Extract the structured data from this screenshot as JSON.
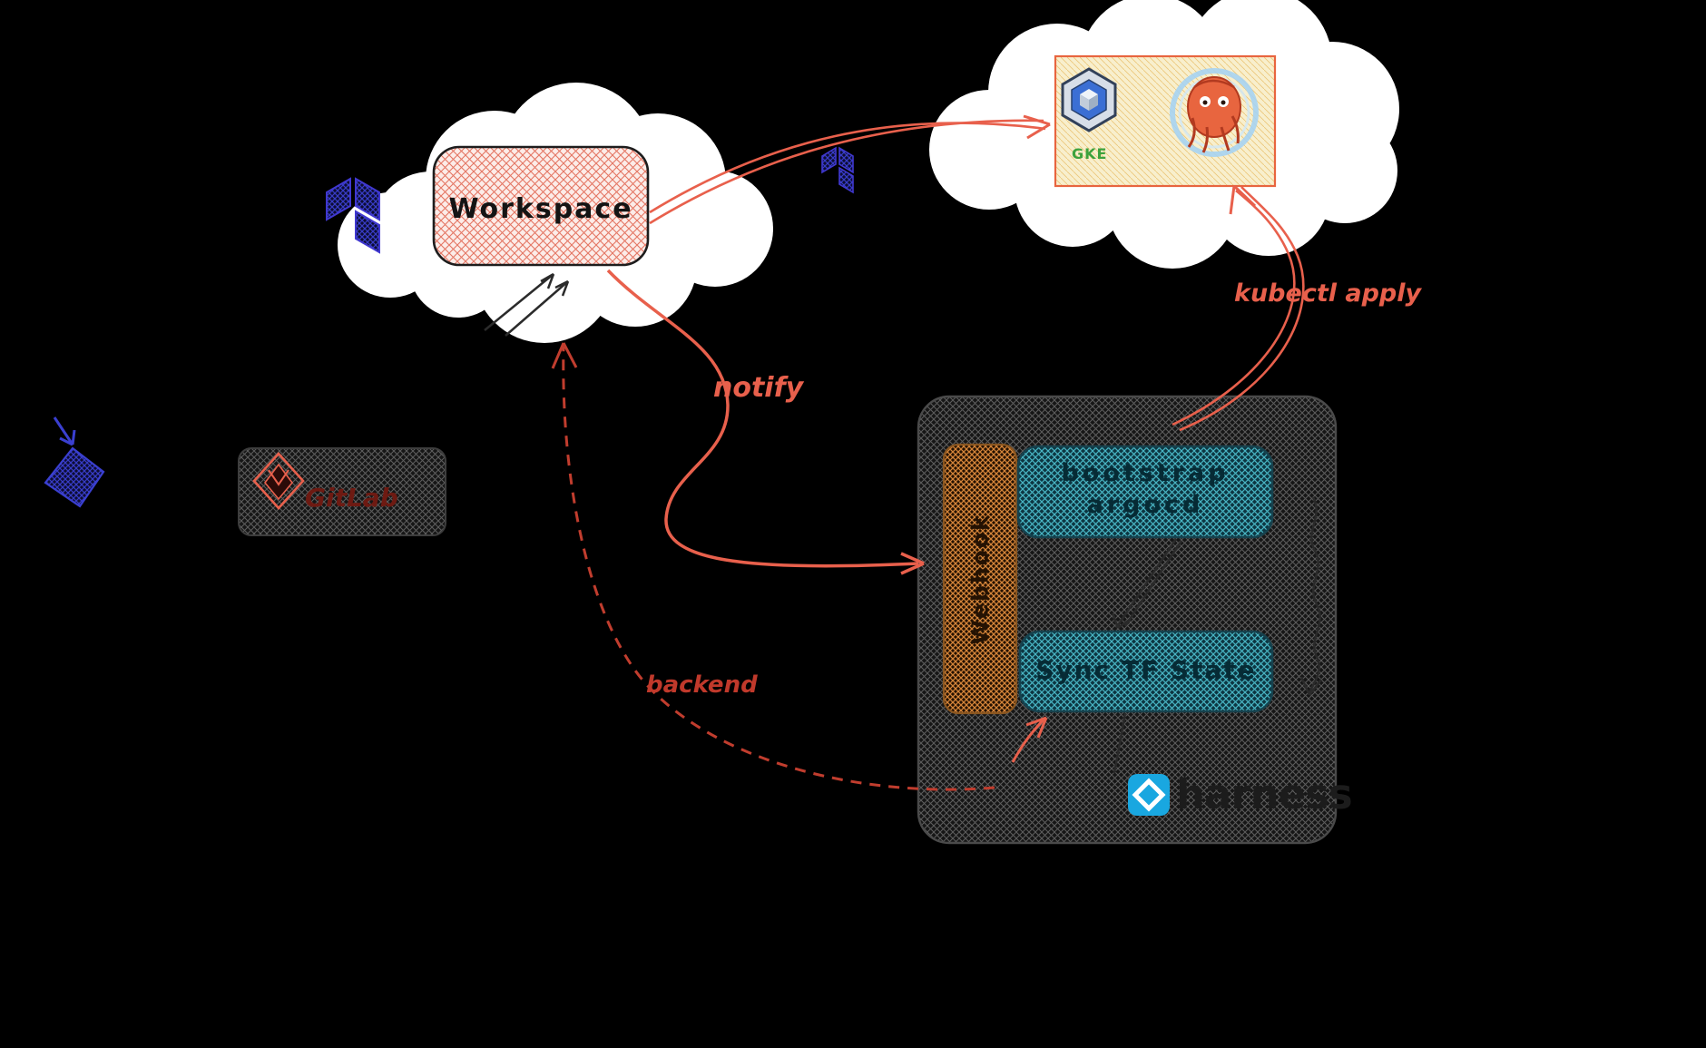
{
  "diagram": {
    "kind": "hand-drawn gitops architecture sketch",
    "nodes": {
      "workspace": {
        "label": "Workspace"
      },
      "gitlab_repo": {
        "label": "GitLab"
      },
      "gke_cluster": {
        "label": "GKE"
      },
      "webhook": {
        "label": "Webhook"
      },
      "bootstrap_step": {
        "line1": "bootstrap",
        "line2": "argocd"
      },
      "sync_step": {
        "label": "Sync TF State"
      },
      "harness": {
        "label": "harness"
      }
    },
    "edges": {
      "notify": {
        "label": "notify"
      },
      "backend": {
        "label": "backend"
      },
      "kubectl_apply": {
        "label": "kubectl apply"
      }
    },
    "icons": [
      "terraform-icon",
      "terraform-icon-small",
      "kubernetes-gke-icon",
      "argocd-icon",
      "gitlab-icon",
      "harness-icon",
      "blue-sketch-arrow-icon"
    ],
    "colors": {
      "background": "#000000",
      "accent_orange": "#e8604c",
      "accent_dark_red": "#c0392b",
      "teal_hatch": "#4fc3d2",
      "webhook_orange": "#df8b3d",
      "harness_blue": "#19a7e0",
      "terraform_purple": "#4038d0",
      "gke_green": "#3da23d",
      "cloud_white": "#ffffff"
    }
  }
}
